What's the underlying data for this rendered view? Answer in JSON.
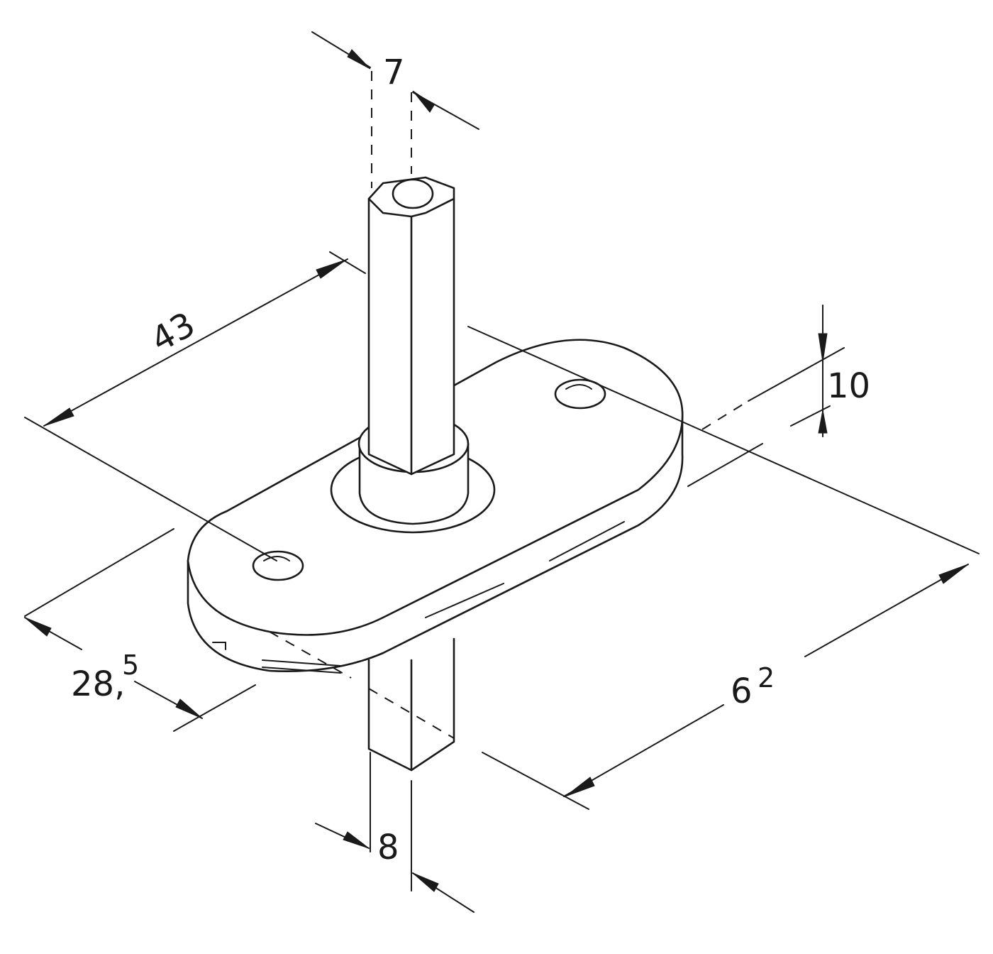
{
  "dimensions": {
    "top_pin_width": "7",
    "plate_length": "43",
    "plate_thickness": "10",
    "plate_width_main": "28,",
    "plate_width_frac": "5",
    "overall_length_main": "6",
    "overall_length_sup": "2",
    "bottom_pin_width": "8"
  }
}
